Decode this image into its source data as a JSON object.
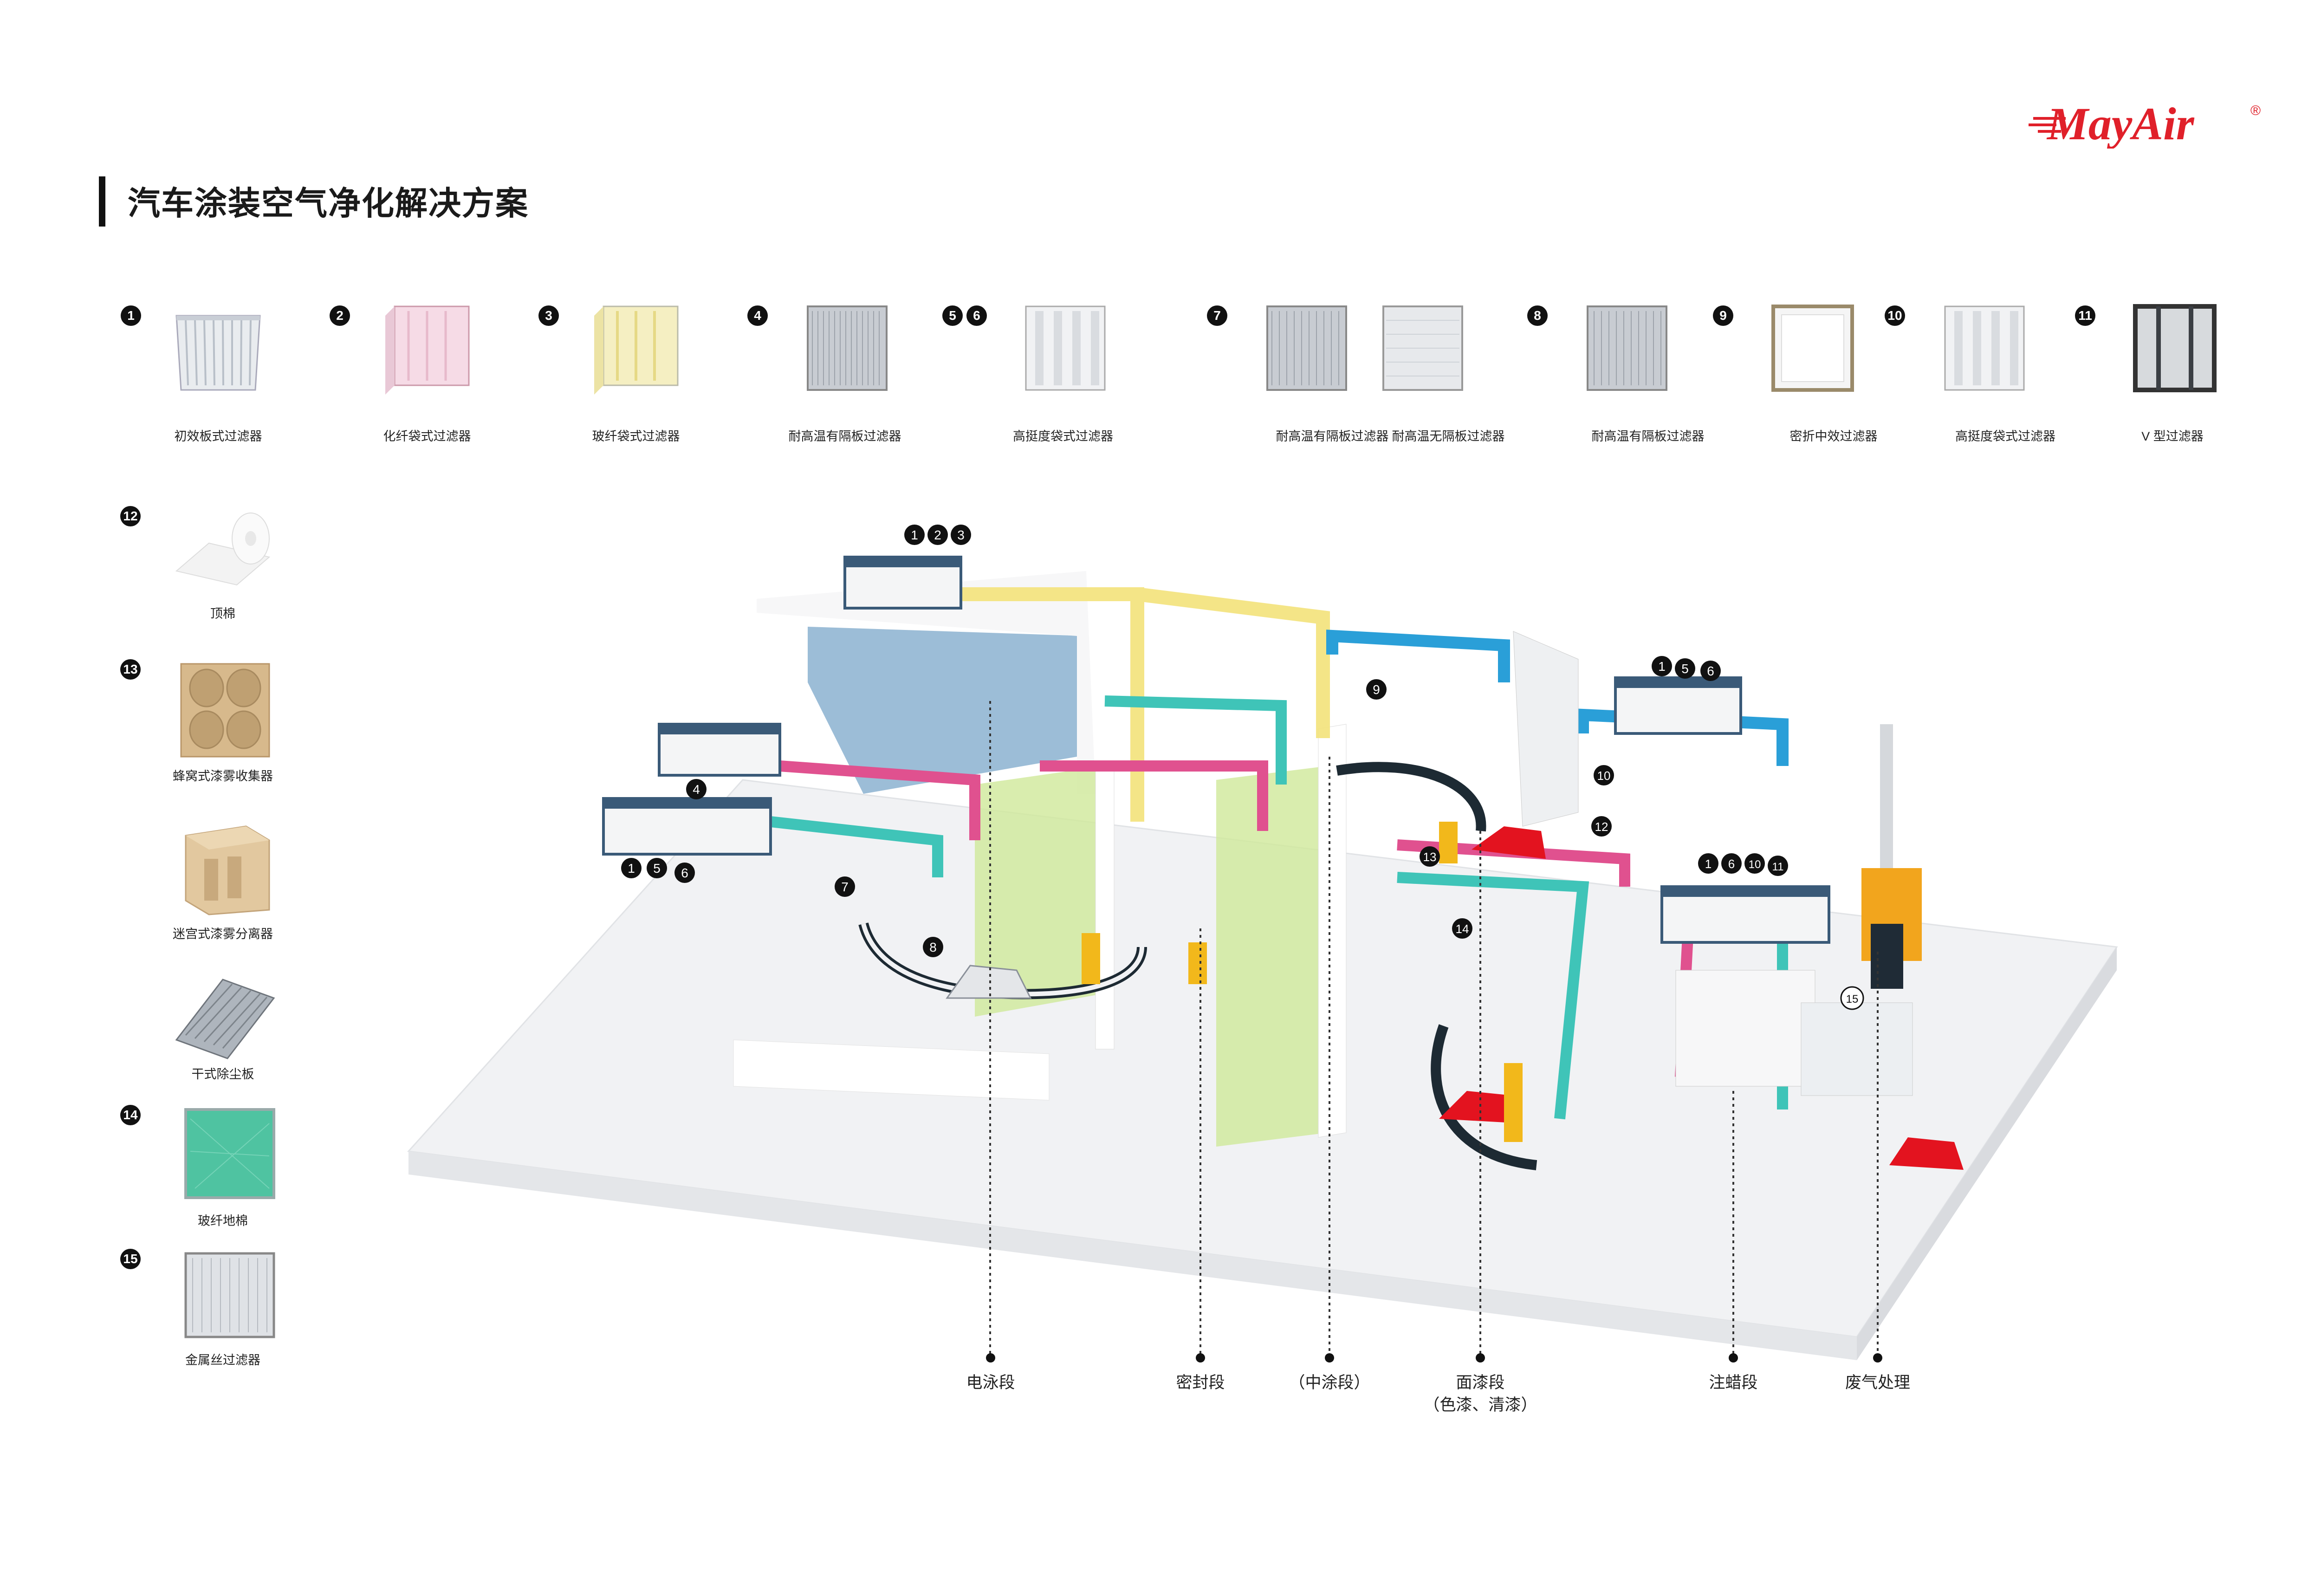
{
  "brand": {
    "name": "MayAir",
    "registered": "®",
    "color": "#e0202a"
  },
  "title": "汽车涂装空气净化解决方案",
  "filters": [
    {
      "badges": [
        "1"
      ],
      "label": "初效板式过滤器",
      "icon": "panel-filter"
    },
    {
      "badges": [
        "2"
      ],
      "label": "化纤袋式过滤器",
      "icon": "bag-filter-pink"
    },
    {
      "badges": [
        "3"
      ],
      "label": "玻纤袋式过滤器",
      "icon": "bag-filter-yellow"
    },
    {
      "badges": [
        "4"
      ],
      "label": "耐高温有隔板过滤器",
      "icon": "hepa-separator"
    },
    {
      "badges": [
        "5",
        "6"
      ],
      "label": "高挺度袋式过滤器",
      "icon": "rigid-bag-filter"
    },
    {
      "badges": [
        "7"
      ],
      "label": "耐高温有隔板过滤器",
      "icon": "hepa-separator"
    },
    {
      "badges": [],
      "label": "耐高温无隔板过滤器",
      "icon": "hepa-mini-pleat"
    },
    {
      "badges": [
        "8"
      ],
      "label": "耐高温有隔板过滤器",
      "icon": "hepa-separator"
    },
    {
      "badges": [
        "9"
      ],
      "label": "密折中效过滤器",
      "icon": "mini-pleat-filter"
    },
    {
      "badges": [
        "10"
      ],
      "label": "高挺度袋式过滤器",
      "icon": "rigid-bag-filter"
    },
    {
      "badges": [
        "11"
      ],
      "label": "V 型过滤器",
      "icon": "v-bank-filter"
    }
  ],
  "side_items": [
    {
      "badge": "12",
      "label": "顶棉",
      "icon": "ceiling-media-roll"
    },
    {
      "badge": "13",
      "label": "蜂窝式漆雾收集器",
      "icon": "honeycomb-collector"
    },
    {
      "badge": "",
      "label": "迷宫式漆雾分离器",
      "icon": "labyrinth-separator"
    },
    {
      "badge": "",
      "label": "干式除尘板",
      "icon": "dry-dust-plate"
    },
    {
      "badge": "14",
      "label": "玻纤地棉",
      "icon": "floor-fiberglass"
    },
    {
      "badge": "15",
      "label": "金属丝过滤器",
      "icon": "metal-mesh-filter"
    }
  ],
  "scene_markers": {
    "m123": [
      "1",
      "2",
      "3"
    ],
    "m4": "4",
    "m156_left": [
      "1",
      "5",
      "6"
    ],
    "m7": "7",
    "m8": "8",
    "m9": "9",
    "m156_right": [
      "1",
      "5",
      "6"
    ],
    "m10": "10",
    "m12": "12",
    "m13": "13",
    "m14": "14",
    "m161011": [
      "1",
      "6",
      "10",
      "11"
    ],
    "m15": "15"
  },
  "stages": [
    {
      "label": "电泳段"
    },
    {
      "label": "密封段"
    },
    {
      "label": "（中涂段）"
    },
    {
      "label": "面漆段",
      "sub": "（色漆、清漆）"
    },
    {
      "label": "注蜡段"
    },
    {
      "label": "废气处理"
    }
  ],
  "colors": {
    "duct_yellow": "#f3e27a",
    "duct_blue": "#2a9fd8",
    "duct_pink": "#e0518f",
    "duct_teal": "#3fc4b8",
    "floor_green": "#cfe89a",
    "tank_blue": "#6f9ec3",
    "ahu_dark": "#3a5a78"
  }
}
